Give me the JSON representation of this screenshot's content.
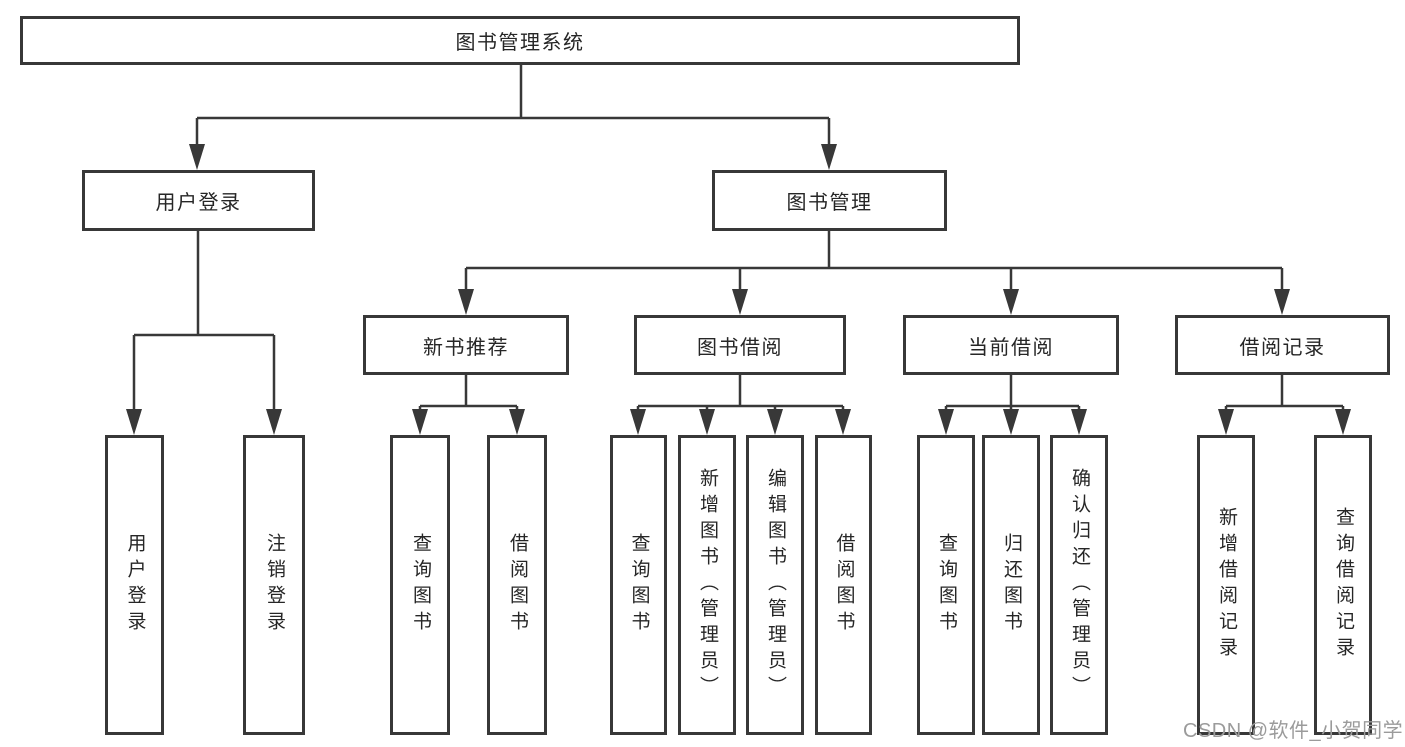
{
  "diagram": {
    "type": "hierarchy-tree",
    "root": {
      "label": "图书管理系统",
      "children": [
        {
          "label": "用户登录",
          "children": [
            {
              "label": "用户登录"
            },
            {
              "label": "注销登录"
            }
          ]
        },
        {
          "label": "图书管理",
          "children": [
            {
              "label": "新书推荐",
              "children": [
                {
                  "label": "查询图书"
                },
                {
                  "label": "借阅图书"
                }
              ]
            },
            {
              "label": "图书借阅",
              "children": [
                {
                  "label": "查询图书"
                },
                {
                  "label": "新增图书（管理员）"
                },
                {
                  "label": "编辑图书（管理员）"
                },
                {
                  "label": "借阅图书"
                }
              ]
            },
            {
              "label": "当前借阅",
              "children": [
                {
                  "label": "查询图书"
                },
                {
                  "label": "归还图书"
                },
                {
                  "label": "确认归还（管理员）"
                }
              ]
            },
            {
              "label": "借阅记录",
              "children": [
                {
                  "label": "新增借阅记录"
                },
                {
                  "label": "查询借阅记录"
                }
              ]
            }
          ]
        }
      ]
    },
    "colors": {
      "line": "#383838",
      "box_border": "#383838",
      "box_fill": "#ffffff",
      "text": "#262626",
      "background": "#ffffff",
      "watermark": "#9b9b9b"
    }
  },
  "watermark": {
    "text": "CSDN @软件_小贺同学"
  }
}
